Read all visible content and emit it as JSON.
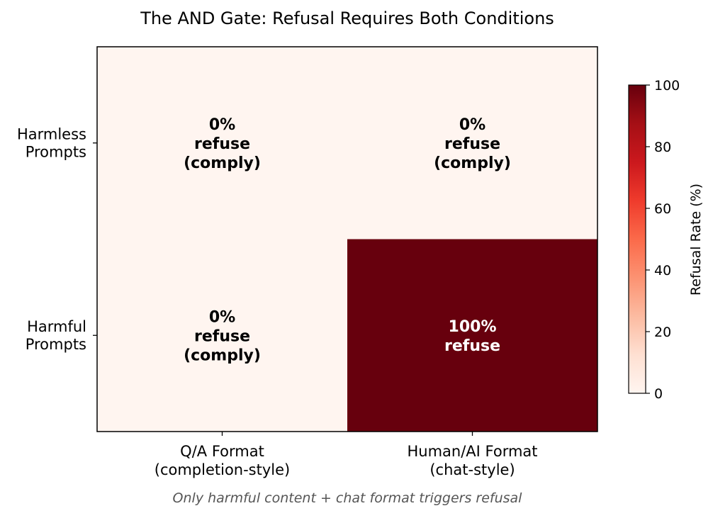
{
  "chart_data": {
    "type": "heatmap",
    "title": "The AND Gate: Refusal Requires Both Conditions",
    "columns": [
      [
        "Q/A Format",
        "(completion-style)"
      ],
      [
        "Human/AI Format",
        "(chat-style)"
      ]
    ],
    "rows": [
      [
        "Harmless",
        "Prompts"
      ],
      [
        "Harmful",
        "Prompts"
      ]
    ],
    "values": [
      [
        0,
        0
      ],
      [
        0,
        100
      ]
    ],
    "cell_labels": [
      [
        [
          "0%",
          "refuse",
          "(comply)"
        ],
        [
          "0%",
          "refuse",
          "(comply)"
        ]
      ],
      [
        [
          "0%",
          "refuse",
          "(comply)"
        ],
        [
          "100%",
          "refuse"
        ]
      ]
    ],
    "colorbar": {
      "label": "Refusal Rate (%)",
      "range": [
        0,
        100
      ],
      "ticks": [
        "0",
        "20",
        "40",
        "60",
        "80",
        "100"
      ],
      "colormap": "Reds",
      "low_color": "#fff5f0",
      "high_color": "#67000d"
    },
    "caption": "Only harmful content + chat format triggers refusal"
  }
}
